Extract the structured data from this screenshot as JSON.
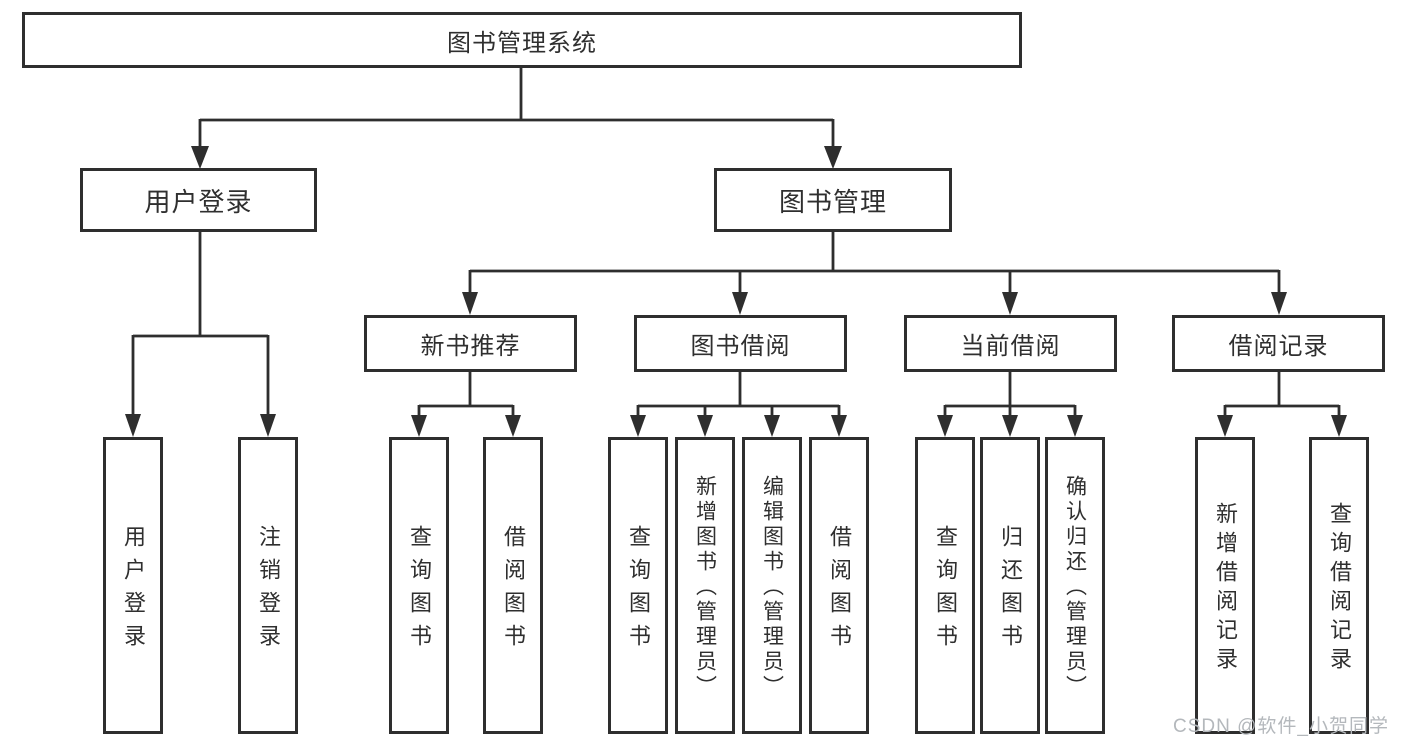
{
  "diagram": {
    "root": {
      "id": "library-management-system",
      "label": "图书管理系统"
    },
    "level2": [
      {
        "id": "user-login",
        "label": "用户登录",
        "parent": "library-management-system"
      },
      {
        "id": "book-management",
        "label": "图书管理",
        "parent": "library-management-system"
      }
    ],
    "level3": [
      {
        "id": "new-book-recommend",
        "label": "新书推荐",
        "parent": "book-management"
      },
      {
        "id": "book-borrow",
        "label": "图书借阅",
        "parent": "book-management"
      },
      {
        "id": "current-borrow",
        "label": "当前借阅",
        "parent": "book-management"
      },
      {
        "id": "borrow-records",
        "label": "借阅记录",
        "parent": "book-management"
      }
    ],
    "leaves": [
      {
        "id": "user-login-leaf",
        "label": "用户登录",
        "parent": "user-login"
      },
      {
        "id": "logout-leaf",
        "label": "注销登录",
        "parent": "user-login"
      },
      {
        "id": "recommend-query-books",
        "label": "查询图书",
        "parent": "new-book-recommend"
      },
      {
        "id": "recommend-borrow-books",
        "label": "借阅图书",
        "parent": "new-book-recommend"
      },
      {
        "id": "borrow-query-books",
        "label": "查询图书",
        "parent": "book-borrow"
      },
      {
        "id": "borrow-add-books-admin",
        "label": "新增图书（管理员）",
        "parent": "book-borrow"
      },
      {
        "id": "borrow-edit-books-admin",
        "label": "编辑图书（管理员）",
        "parent": "book-borrow"
      },
      {
        "id": "borrow-borrow-books",
        "label": "借阅图书",
        "parent": "book-borrow"
      },
      {
        "id": "current-query-books",
        "label": "查询图书",
        "parent": "current-borrow"
      },
      {
        "id": "current-return-books",
        "label": "归还图书",
        "parent": "current-borrow"
      },
      {
        "id": "current-confirm-return-admin",
        "label": "确认归还（管理员）",
        "parent": "current-borrow"
      },
      {
        "id": "records-add-borrow-record",
        "label": "新增借阅记录",
        "parent": "borrow-records"
      },
      {
        "id": "records-query-borrow-record",
        "label": "查询借阅记录",
        "parent": "borrow-records"
      }
    ],
    "colors": {
      "line": "#2e2e2e",
      "text": "#2f2f2f",
      "background": "#ffffff",
      "watermark": "#b4b8bc"
    },
    "watermark": "CSDN @软件_小贺同学"
  }
}
